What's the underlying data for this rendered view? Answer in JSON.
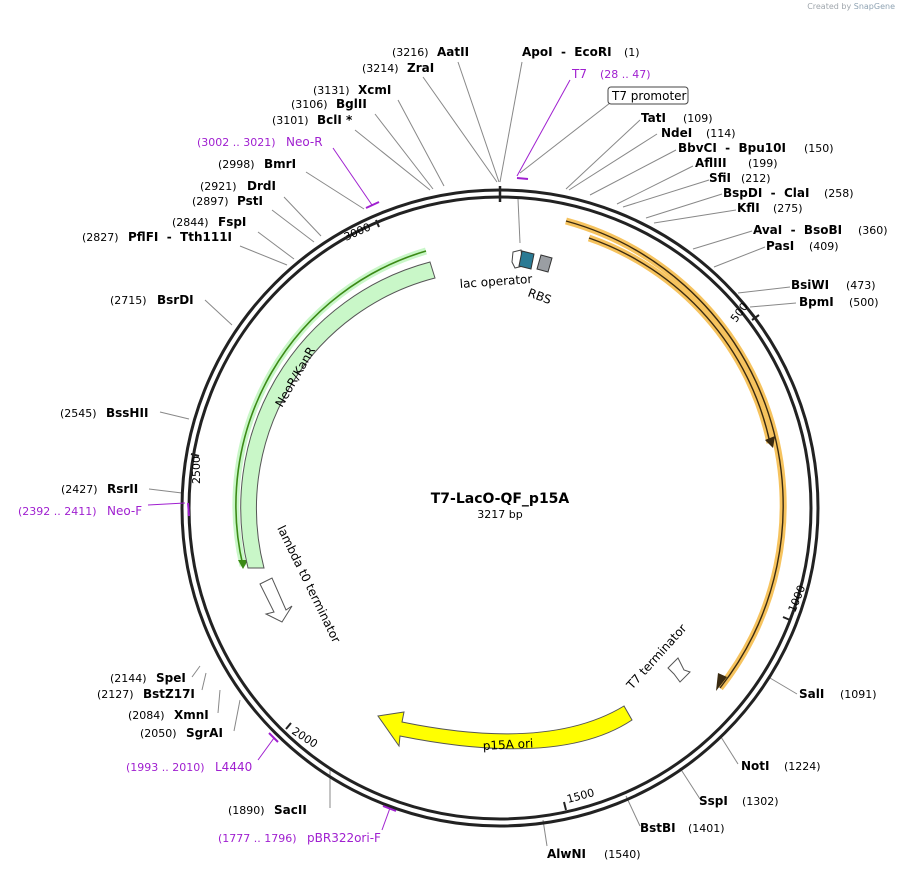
{
  "watermark": {
    "prefix": "Created by",
    "brand": "SnapGene"
  },
  "plasmid": {
    "name": "T7-LacO-QF_p15A",
    "length_label": "3217 bp"
  },
  "enzymes": [
    {
      "name": "AatII",
      "pos": "(3216)"
    },
    {
      "name": "ZraI",
      "pos": "(3214)"
    },
    {
      "name": "XcmI",
      "pos": "(3131)"
    },
    {
      "name": "BglII",
      "pos": "(3106)"
    },
    {
      "name": "BclI *",
      "pos": "(3101)"
    },
    {
      "name": "BmrI",
      "pos": "(2998)"
    },
    {
      "name": "DrdI",
      "pos": "(2921)"
    },
    {
      "name": "PstI",
      "pos": "(2897)"
    },
    {
      "name": "FspI",
      "pos": "(2844)"
    },
    {
      "name": "PflFI  -  Tth111I",
      "pos": "(2827)"
    },
    {
      "name": "BsrDI",
      "pos": "(2715)"
    },
    {
      "name": "BssHII",
      "pos": "(2545)"
    },
    {
      "name": "RsrII",
      "pos": "(2427)"
    },
    {
      "name": "SpeI",
      "pos": "(2144)"
    },
    {
      "name": "BstZ17I",
      "pos": "(2127)"
    },
    {
      "name": "XmnI",
      "pos": "(2084)"
    },
    {
      "name": "SgrAI",
      "pos": "(2050)"
    },
    {
      "name": "SacII",
      "pos": "(1890)"
    },
    {
      "name": "AlwNI",
      "pos": "(1540)"
    },
    {
      "name": "ApoI  -  EcoRI",
      "pos": "(1)"
    },
    {
      "name": "TatI",
      "pos": "(109)"
    },
    {
      "name": "NdeI",
      "pos": "(114)"
    },
    {
      "name": "BbvCI  -  Bpu10I",
      "pos": "(150)"
    },
    {
      "name": "AflIII",
      "pos": "(199)"
    },
    {
      "name": "SfiI",
      "pos": "(212)"
    },
    {
      "name": "BspDI  -  ClaI",
      "pos": "(258)"
    },
    {
      "name": "KflI",
      "pos": "(275)"
    },
    {
      "name": "AvaI  -  BsoBI",
      "pos": "(360)"
    },
    {
      "name": "PasI",
      "pos": "(409)"
    },
    {
      "name": "BsiWI",
      "pos": "(473)"
    },
    {
      "name": "BpmI",
      "pos": "(500)"
    },
    {
      "name": "SalI",
      "pos": "(1091)"
    },
    {
      "name": "NotI",
      "pos": "(1224)"
    },
    {
      "name": "SspI",
      "pos": "(1302)"
    },
    {
      "name": "BstBI",
      "pos": "(1401)"
    }
  ],
  "primers": [
    {
      "name": "T7",
      "pos": "(28 .. 47)"
    },
    {
      "name": "Neo-R",
      "pos": "(3002 .. 3021)"
    },
    {
      "name": "Neo-F",
      "pos": "(2392 .. 2411)"
    },
    {
      "name": "L4440",
      "pos": "(1993 .. 2010)"
    },
    {
      "name": "pBR322ori-F",
      "pos": "(1777 .. 1796)"
    }
  ],
  "features": {
    "t7_promoter": "T7 promoter",
    "lac_operator": "lac operator",
    "rbs": "RBS",
    "neor": "NeoR/KanR",
    "lambda": "lambda t0 terminator",
    "t7_terminator": "T7 terminator",
    "p15a": "p15A ori"
  },
  "ticks": [
    "500",
    "1000",
    "1500",
    "2000",
    "2500",
    "3000"
  ],
  "colors": {
    "backbone": "#222222",
    "enzyme_line": "#888888",
    "primer": "#a020d0",
    "orange": "#f6c35e",
    "green": "#c9f7c8",
    "green_edge": "#3c8a16",
    "yellow": "#ffff00",
    "lacO": "#ffffff",
    "rbs": "#9a9ea3",
    "teal": "#2a7a94"
  }
}
